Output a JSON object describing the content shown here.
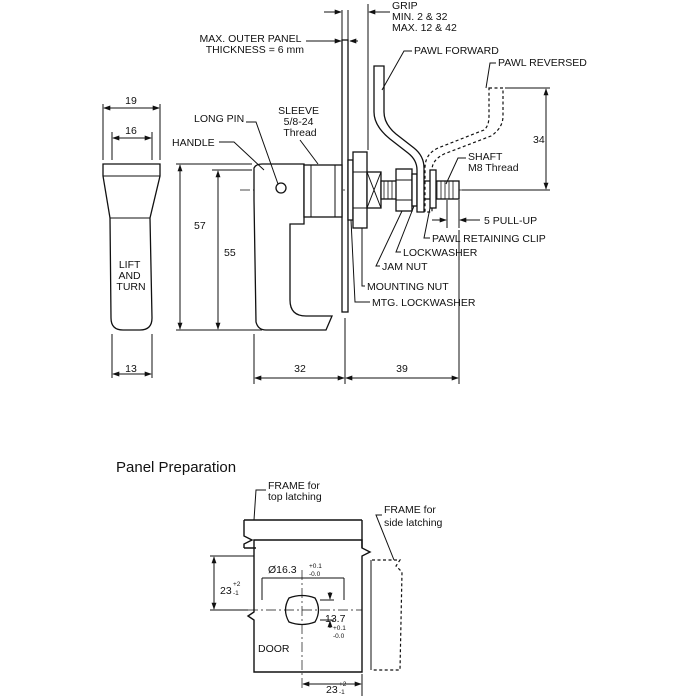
{
  "handle_front": {
    "label_lines": [
      "LIFT",
      "AND",
      "TURN"
    ],
    "dim_width_top": "19",
    "dim_width_inner": "16",
    "dim_width_bottom": "13"
  },
  "side_view": {
    "labels": {
      "long_pin": "LONG PIN",
      "handle": "HANDLE",
      "sleeve": [
        "SLEEVE",
        "5/8-24",
        "Thread"
      ],
      "max_outer_panel": [
        "MAX. OUTER PANEL",
        "THICKNESS = 6 mm"
      ],
      "grip": [
        "GRIP",
        "MIN. 2 & 32",
        "MAX. 12 & 42"
      ],
      "pawl_forward": "PAWL FORWARD",
      "pawl_reversed": "PAWL REVERSED",
      "shaft": [
        "SHAFT",
        "M8 Thread"
      ],
      "pull_up": "5 PULL-UP",
      "pawl_retaining_clip": "PAWL RETAINING CLIP",
      "lockwasher": "LOCKWASHER",
      "jam_nut": "JAM NUT",
      "mounting_nut": "MOUNTING NUT",
      "mtg_lockwasher": "MTG. LOCKWASHER"
    },
    "dimensions": {
      "handle_height_outer": "57",
      "handle_height_inner": "55",
      "handle_depth": "32",
      "body_depth": "39",
      "pawl_offset": "34"
    }
  },
  "panel_preparation": {
    "title": "Panel Preparation",
    "labels": {
      "frame_top": [
        "FRAME for",
        "top latching"
      ],
      "frame_side": [
        "FRAME for",
        "side latching"
      ],
      "door": "DOOR"
    },
    "dimensions": {
      "vertical": {
        "value": "23",
        "tol_upper": "+2",
        "tol_lower": "-1"
      },
      "horizontal": {
        "value": "23",
        "tol_upper": "+2",
        "tol_lower": "-1"
      },
      "hole_diameter": {
        "value": "Ø16.3",
        "tol_upper": "+0.1",
        "tol_lower": "-0.0"
      },
      "flat_width": {
        "value": "13.7",
        "tol_upper": "+0.1",
        "tol_lower": "-0.0"
      }
    }
  }
}
